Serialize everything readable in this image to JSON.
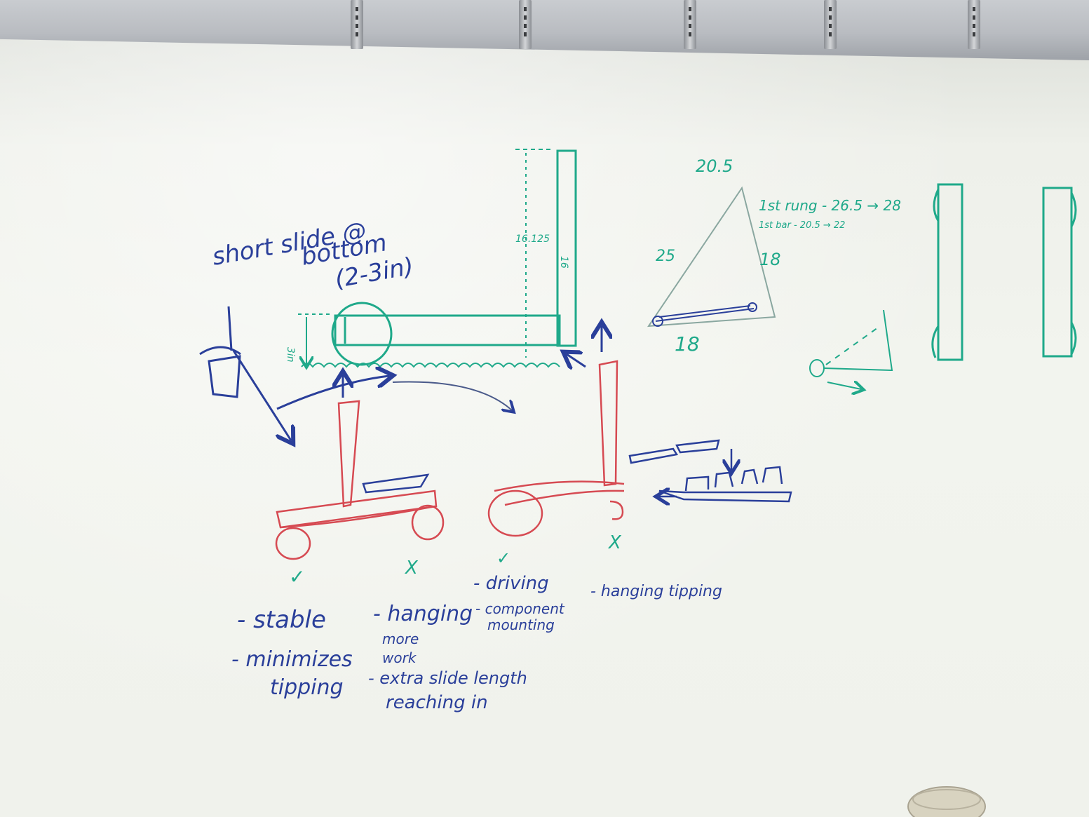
{
  "scene": {
    "kind": "whiteboard-sketch",
    "colors": {
      "blue": "#2a3f9a",
      "green": "#1fa98a",
      "red": "#d64a52",
      "board": "#f0f2ec"
    }
  },
  "labels": {
    "short_slide_line1": "short slide @",
    "short_slide_line2": "bottom",
    "short_slide_line3": "(2-3in)",
    "dim_3in": "3in",
    "dim_16125": "16.125",
    "dim_16": "16",
    "tri_top": "20.5",
    "tri_left": "25",
    "tri_right": "18",
    "tri_bottom": "18",
    "rung_1": "1st rung - 26.5 → 28",
    "rung_2": "1st bar   - 20.5 → 22",
    "check_1": "✓",
    "cross_1": "X",
    "check_2": "✓",
    "cross_2": "X",
    "notes_col1": [
      "- stable",
      "- minimizes",
      "tipping"
    ],
    "notes_col2": [
      "- hanging",
      "more",
      "work",
      "- extra slide length",
      "reaching in"
    ],
    "notes_col3": [
      "- driving",
      "- component",
      "mounting"
    ],
    "notes_col4": [
      "- hanging tipping"
    ]
  }
}
